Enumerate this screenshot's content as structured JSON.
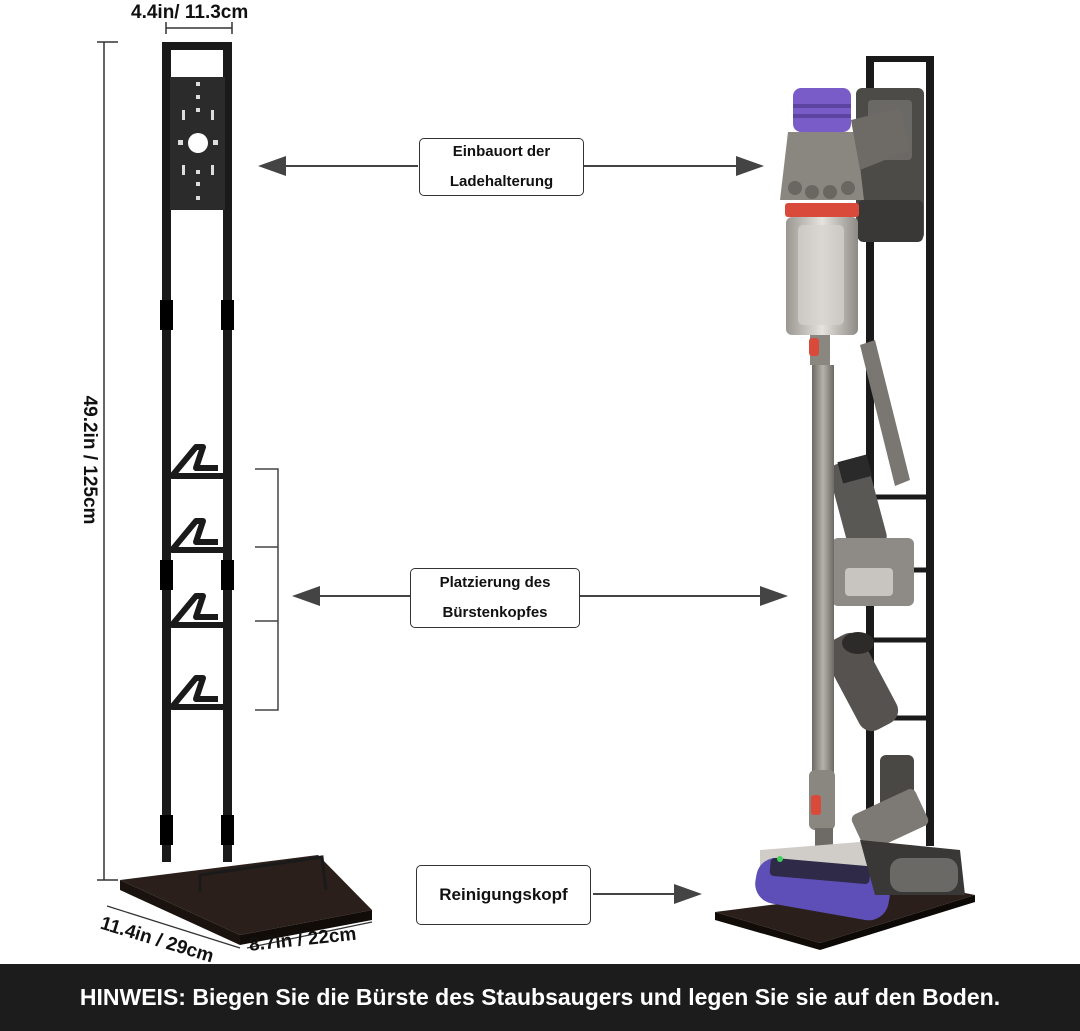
{
  "dimensions": {
    "top_width": "4.4in/ 11.3cm",
    "height": "49.2in / 125cm",
    "base_depth": "11.4in / 29cm",
    "base_width": "8.7in / 22cm"
  },
  "labels": {
    "charger_line1": "Einbauort der",
    "charger_line2": "Ladehalterung",
    "brush_line1": "Platzierung des",
    "brush_line2": "Bürstenkopfes",
    "cleaning_head": "Reinigungskopf"
  },
  "footer": {
    "note": "HINWEIS: Biegen Sie die Bürste des Staubsaugers und legen Sie sie auf den Boden."
  },
  "colors": {
    "stand": "#1a1a1a",
    "base": "#2a1f1a",
    "vacuum_purple": "#7a5cc8",
    "vacuum_red": "#d94a3a",
    "vacuum_grey": "#8a8680",
    "footer_bg": "#1c1c1c"
  }
}
